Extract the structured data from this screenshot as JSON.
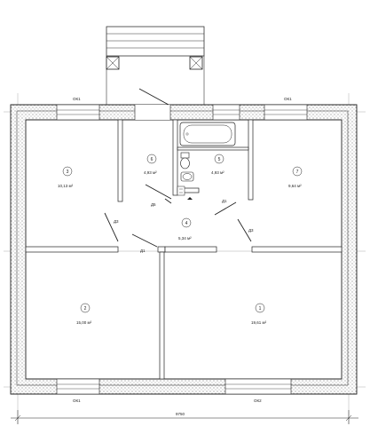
{
  "rooms": [
    {
      "number": "1",
      "area": "19,61 м²"
    },
    {
      "number": "2",
      "area": "15,00 м²"
    },
    {
      "number": "3",
      "area": "10,13 м²"
    },
    {
      "number": "4",
      "area": "5,34 м²"
    },
    {
      "number": "5",
      "area": "4,93 м²"
    },
    {
      "number": "6",
      "area": "4,93 м²"
    },
    {
      "number": "7",
      "area": "9,64 м²"
    }
  ],
  "windows": {
    "ok1_top_left": "ОК1",
    "ok1_top_right": "ОК1",
    "ok1_bottom": "ОК1",
    "ok2_bottom": "ОК2"
  },
  "doors": {
    "d1_bottom": "Д1",
    "d1_right": "Д1",
    "d3_left": "Д3",
    "d3_right": "Д3",
    "d5": "Д5"
  },
  "dimensions": {
    "overall_width": "9750"
  }
}
